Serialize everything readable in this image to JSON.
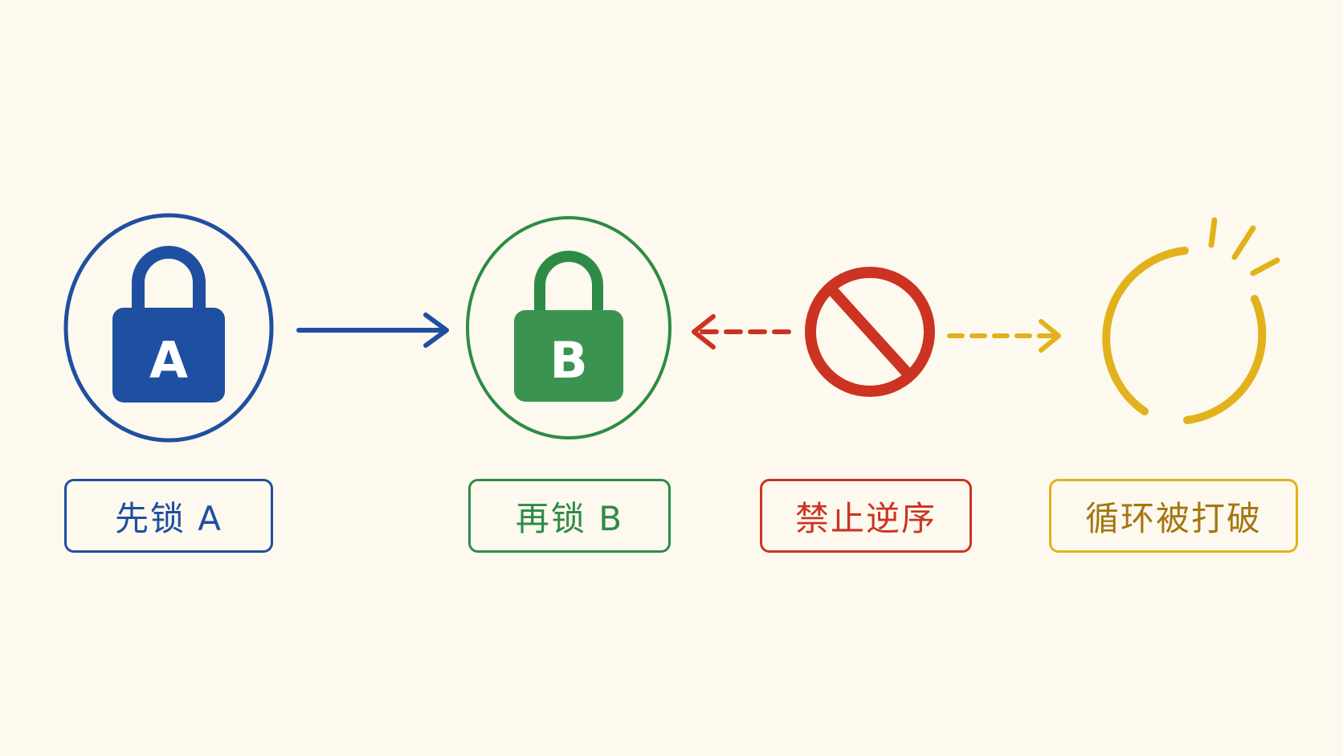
{
  "colors": {
    "background": "#fdf9ef",
    "lock_a": "#1f4fa0",
    "lock_b": "#2e8b45",
    "forbid": "#cc3322",
    "cycle": "#e2b21c",
    "cycle_text": "#a57510"
  },
  "steps": [
    {
      "icon": "lock-icon",
      "lock_letter": "A",
      "label": "先锁 A"
    },
    {
      "icon": "lock-icon",
      "lock_letter": "B",
      "label": "再锁 B"
    },
    {
      "icon": "prohibited-icon",
      "label": "禁止逆序"
    },
    {
      "icon": "broken-circle-icon",
      "label": "循环被打破"
    }
  ],
  "connectors": [
    {
      "from": "lock-a",
      "to": "lock-b",
      "style": "solid",
      "direction": "forward"
    },
    {
      "from": "prohibited",
      "to": "lock-b",
      "style": "dashed",
      "direction": "backward"
    },
    {
      "from": "prohibited",
      "to": "broken-circle",
      "style": "dashed",
      "direction": "forward"
    }
  ]
}
